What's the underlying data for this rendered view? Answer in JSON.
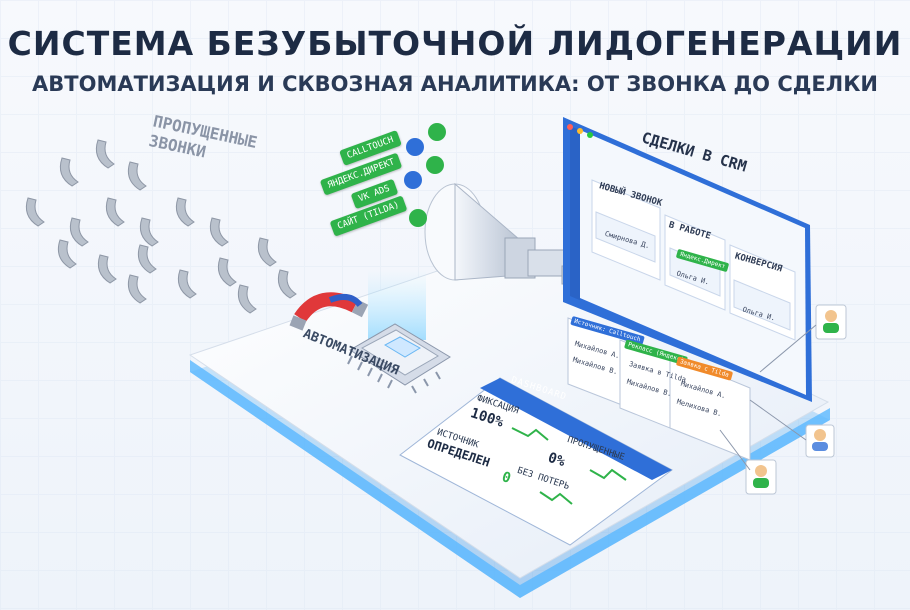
{
  "header": {
    "title": "СИСТЕМА БЕЗУБЫТОЧНОЙ ЛИДОГЕНЕРАЦИИ",
    "subtitle": "АВТОМАТИЗАЦИЯ И СКВОЗНАЯ АНАЛИТИКА: ОТ ЗВОНКА ДО СДЕЛКИ"
  },
  "missed_calls": {
    "line1": "ПРОПУЩЕННЫЕ",
    "line2": "ЗВОНКИ"
  },
  "sources": [
    {
      "label": "CALLTOUCH",
      "icon": "arrow-icon"
    },
    {
      "label": "ЯНДЕКС.ДИРЕКТ",
      "icon": "chart-icon"
    },
    {
      "label": "VK ADS",
      "icon": "vk-icon"
    },
    {
      "label": "САЙТ (TILDA)",
      "icon": "tilda-icon"
    }
  ],
  "automation_label": "АВТОМАТИЗАЦИЯ",
  "crm": {
    "title": "СДЕЛКИ В CRM",
    "columns": [
      {
        "name": "НОВЫЙ ЗВОНОК",
        "card": "Смирнова Д."
      },
      {
        "name": "В РАБОТЕ",
        "tag": "Яндекс.Директ",
        "card": "Ольга И."
      },
      {
        "name": "КОНВЕРСИЯ",
        "card": "Ольга И."
      }
    ]
  },
  "flying_cards": [
    {
      "tag": "Источник: Calltouch",
      "lines": [
        "Михайлов А.",
        "Михайлов В."
      ]
    },
    {
      "tag": "Рекласс (Яндекс)",
      "lines": [
        "Заявка в Tilda",
        "Михайлов В."
      ]
    },
    {
      "tag": "Заявка с Tilda",
      "lines": [
        "Михайлов А.",
        "Мелихова В."
      ]
    }
  ],
  "dashboard": {
    "title": "DASHBOARD",
    "fix_label": "ФИКСАЦИЯ",
    "fix_value": "100%",
    "src_label1": "ИСТОЧНИК",
    "src_label2": "ОПРЕДЕЛЕН",
    "missed_label": "ПРОПУЩЕННЫЕ",
    "missed_value": "0%",
    "loss_label": "БЕЗ ПОТЕРЬ",
    "loss_value": "0"
  },
  "colors": {
    "accent": "#2f6fd8",
    "green": "#2fb34a",
    "orange": "#f08a2a",
    "title": "#1d2b44"
  }
}
